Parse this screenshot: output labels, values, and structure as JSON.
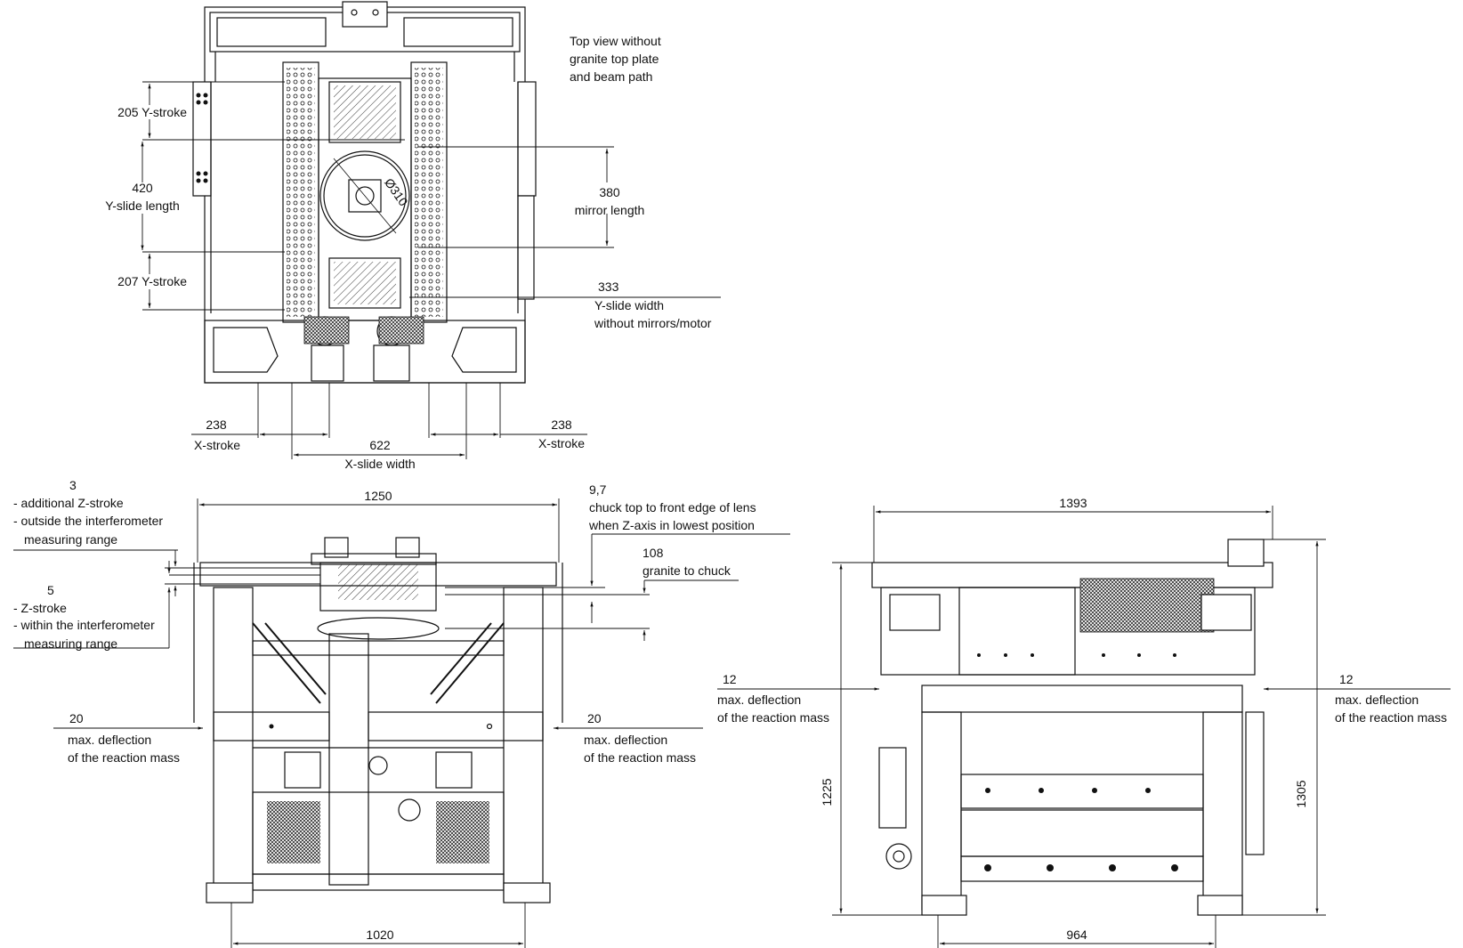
{
  "top_view": {
    "caption": [
      "Top view without",
      "granite top plate",
      "and beam path"
    ],
    "y_stroke_top": "205 Y-stroke",
    "y_slide_length_value": "420",
    "y_slide_length_label": "Y-slide length",
    "y_stroke_bottom": "207 Y-stroke",
    "mirror_length_value": "380",
    "mirror_length_label": "mirror length",
    "y_slide_width_value": "333",
    "y_slide_width_label": [
      "Y-slide width",
      "without mirrors/motor"
    ],
    "diameter": "Ø310",
    "x_stroke_left_value": "238",
    "x_stroke_left_label": "X-stroke",
    "x_stroke_right_value": "238",
    "x_stroke_right_label": "X-stroke",
    "x_slide_width_value": "622",
    "x_slide_width_label": "X-slide width"
  },
  "front_view": {
    "width": "1250",
    "add_z_value": "3",
    "add_z_lines": [
      "- additional Z-stroke",
      "- outside the interferometer",
      "  measuring range"
    ],
    "z_value": "5",
    "z_lines": [
      "- Z-stroke",
      "- within the interferometer",
      "  measuring range"
    ],
    "chuck_value": "9,7",
    "chuck_lines": [
      "chuck top to front edge of lens",
      "when Z-axis in lowest position"
    ],
    "granite_value": "108",
    "granite_label": "granite to chuck",
    "defl_left_value": "20",
    "defl_right_value": "20",
    "defl_lines": [
      "max. deflection",
      "of the reaction mass"
    ],
    "bottom_width": "1020"
  },
  "side_view": {
    "width": "1393",
    "defl_left_value": "12",
    "defl_right_value": "12",
    "defl_lines": [
      "max. deflection",
      "of the reaction mass"
    ],
    "height_left": "1225",
    "height_right": "1305",
    "bottom_width": "964"
  }
}
